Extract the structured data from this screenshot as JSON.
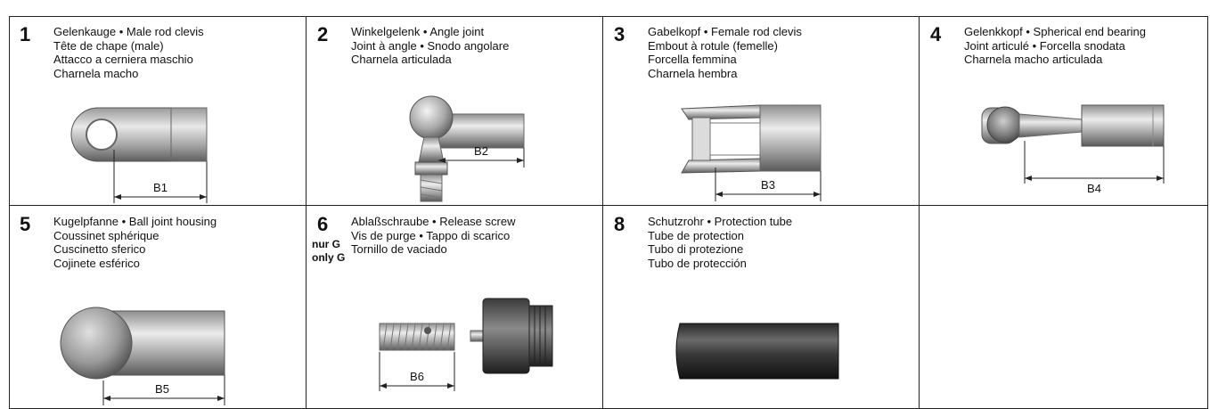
{
  "cells": [
    {
      "number": "1",
      "lines": [
        "Gelenkauge • Male rod clevis",
        "Tête de chape (male)",
        "Attacco a cerniera maschio",
        "Charnela macho"
      ],
      "dimension": "B1"
    },
    {
      "number": "2",
      "lines": [
        "Winkelgelenk • Angle joint",
        "Joint à angle • Snodo angolare",
        "Charnela articulada"
      ],
      "dimension": "B2"
    },
    {
      "number": "3",
      "lines": [
        "Gabelkopf • Female rod clevis",
        "Embout à rotule (femelle)",
        "Forcella femmina",
        "Charnela hembra"
      ],
      "dimension": "B3"
    },
    {
      "number": "4",
      "lines": [
        "Gelenkkopf • Spherical end bearing",
        "Joint articulé • Forcella snodata",
        "Charnela macho articulada"
      ],
      "dimension": "B4"
    },
    {
      "number": "5",
      "lines": [
        "Kugelpfanne • Ball joint housing",
        "Coussinet sphérique",
        "Cuscinetto sferico",
        "Cojinete esférico"
      ],
      "dimension": "B5"
    },
    {
      "number": "6",
      "sub_label": [
        "nur G",
        "only G"
      ],
      "lines": [
        "Ablaßschraube • Release screw",
        "Vis de purge • Tappo di scarico",
        "Tornillo de vaciado"
      ],
      "dimension": "B6"
    },
    {
      "number": "8",
      "lines": [
        "Schutzrohr • Protection tube",
        "Tube de protection",
        "Tubo di protezione",
        "Tubo de protección"
      ]
    },
    {
      "number": "",
      "lines": []
    }
  ],
  "colors": {
    "border": "#222222",
    "metal_light": "#e6e6e6",
    "metal_dark": "#6e6e6e",
    "tube_dark": "#2a2a2a"
  }
}
